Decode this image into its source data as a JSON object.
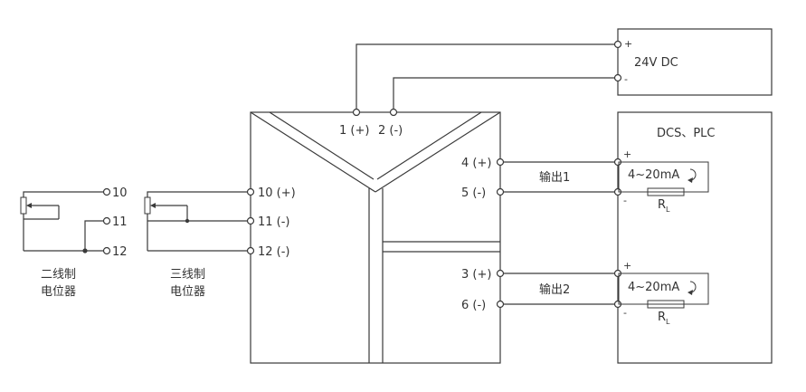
{
  "power": {
    "label": "24V DC",
    "plus": "+",
    "minus": "-"
  },
  "dcs": {
    "label": "DCS、PLC"
  },
  "top_terminals": {
    "t1": "1 (+)",
    "t2": "2 (-)"
  },
  "input_terminals": {
    "t10": "10 (+)",
    "t11": "11 (-)",
    "t12": "12 (-)"
  },
  "output1": {
    "t4": "4 (+)",
    "t5": "5 (-)",
    "label": "输出1",
    "signal": "4~20mA",
    "resistor": "R",
    "resistor_sub": "L",
    "plus": "+",
    "minus": "-"
  },
  "output2": {
    "t3": "3 (+)",
    "t6": "6 (-)",
    "label": "输出2",
    "signal": "4~20mA",
    "resistor": "R",
    "resistor_sub": "L",
    "plus": "+",
    "minus": "-"
  },
  "pot2": {
    "n10": "10",
    "n11": "11",
    "n12": "12",
    "line1": "二线制",
    "line2": "电位器"
  },
  "pot3": {
    "line1": "三线制",
    "line2": "电位器"
  }
}
